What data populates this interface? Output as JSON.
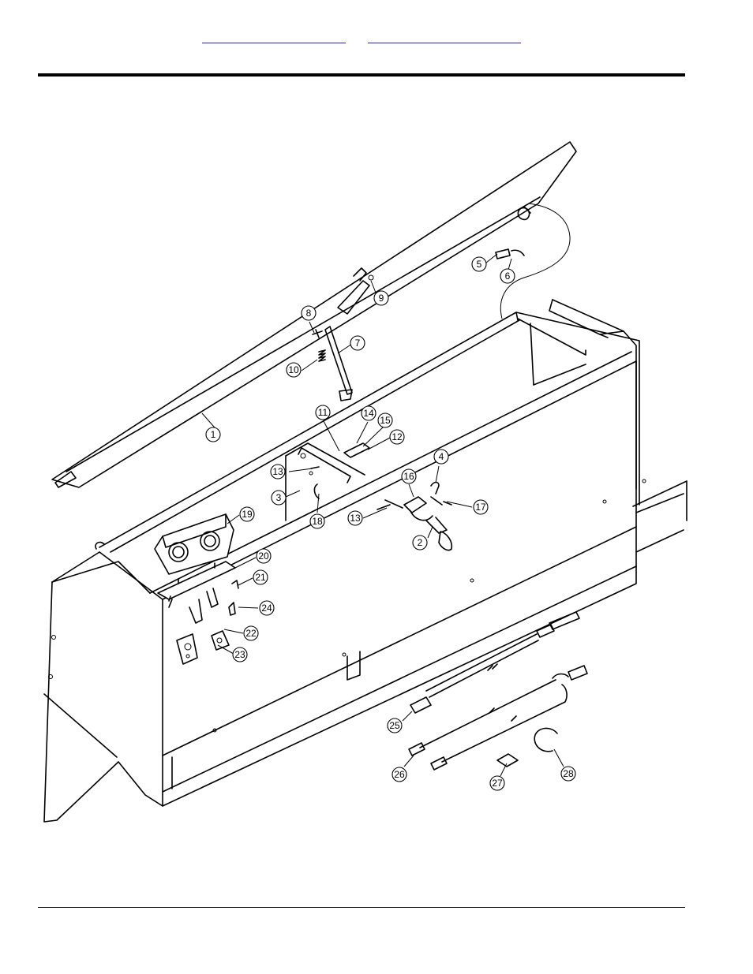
{
  "header": {
    "links": [
      "",
      ""
    ]
  },
  "diagram": {
    "callouts": [
      {
        "id": "1",
        "label": "1"
      },
      {
        "id": "2",
        "label": "2"
      },
      {
        "id": "3",
        "label": "3"
      },
      {
        "id": "4",
        "label": "4"
      },
      {
        "id": "5",
        "label": "5"
      },
      {
        "id": "6",
        "label": "6"
      },
      {
        "id": "7",
        "label": "7"
      },
      {
        "id": "8",
        "label": "8"
      },
      {
        "id": "9",
        "label": "9"
      },
      {
        "id": "10",
        "label": "10"
      },
      {
        "id": "11",
        "label": "11"
      },
      {
        "id": "12",
        "label": "12"
      },
      {
        "id": "13a",
        "label": "13"
      },
      {
        "id": "13b",
        "label": "13"
      },
      {
        "id": "14",
        "label": "14"
      },
      {
        "id": "15",
        "label": "15"
      },
      {
        "id": "16",
        "label": "16"
      },
      {
        "id": "17",
        "label": "17"
      },
      {
        "id": "18",
        "label": "18"
      },
      {
        "id": "19",
        "label": "19"
      },
      {
        "id": "20",
        "label": "20"
      },
      {
        "id": "21",
        "label": "21"
      },
      {
        "id": "22",
        "label": "22"
      },
      {
        "id": "23",
        "label": "23"
      },
      {
        "id": "24",
        "label": "24"
      },
      {
        "id": "25",
        "label": "25"
      },
      {
        "id": "26",
        "label": "26"
      },
      {
        "id": "27",
        "label": "27"
      },
      {
        "id": "28",
        "label": "28"
      }
    ]
  }
}
